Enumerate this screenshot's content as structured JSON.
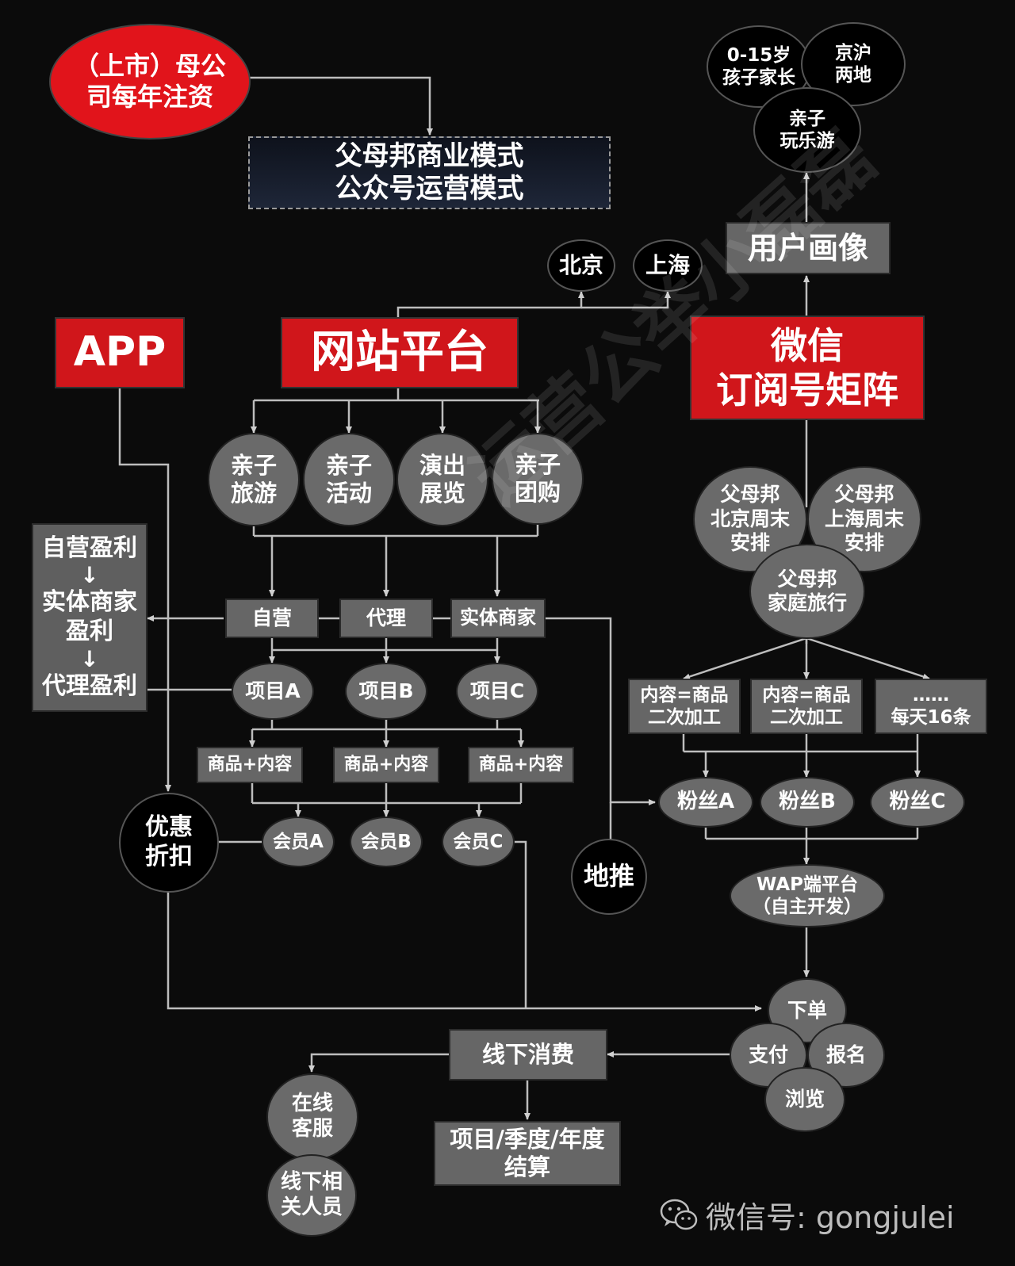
{
  "colors": {
    "background": "#0b0b0b",
    "red": "#d0161b",
    "gray": "#666666",
    "line": "#bbbbbb"
  },
  "parent_company": [
    "（上市）母公",
    "司每年注资"
  ],
  "business_model": [
    "父母邦商业模式",
    "公众号运营模式"
  ],
  "user_profile": {
    "title": "用户画像",
    "circles": [
      [
        "0-15岁",
        "孩子家长"
      ],
      [
        "京沪",
        "两地"
      ],
      [
        "亲子",
        "玩乐游"
      ]
    ]
  },
  "cities": [
    "北京",
    "上海"
  ],
  "app": "APP",
  "website": "网站平台",
  "wechat": [
    "微信",
    "订阅号矩阵"
  ],
  "categories": [
    [
      "亲子",
      "旅游"
    ],
    [
      "亲子",
      "活动"
    ],
    [
      "演出",
      "展览"
    ],
    [
      "亲子",
      "团购"
    ]
  ],
  "profit": {
    "top": "自营盈利",
    "middle": [
      "实体商家",
      "盈利"
    ],
    "bottom": "代理盈利",
    "arrow": "↓"
  },
  "channels": [
    "自营",
    "代理",
    "实体商家"
  ],
  "projects": [
    "项目A",
    "项目B",
    "项目C"
  ],
  "goods": [
    "商品+内容",
    "商品+内容",
    "商品+内容"
  ],
  "members": [
    "会员A",
    "会员B",
    "会员C"
  ],
  "discount": [
    "优惠",
    "折扣"
  ],
  "ground": "地推",
  "wechat_accounts": [
    [
      "父母邦",
      "北京周末",
      "安排"
    ],
    [
      "父母邦",
      "上海周末",
      "安排"
    ],
    [
      "父母邦",
      "家庭旅行"
    ]
  ],
  "content": [
    [
      "内容=商品",
      "二次加工"
    ],
    [
      "内容=商品",
      "二次加工"
    ],
    [
      "……",
      "每天16条"
    ]
  ],
  "fans": [
    "粉丝A",
    "粉丝B",
    "粉丝C"
  ],
  "wap": [
    "WAP端平台",
    "（自主开发）"
  ],
  "actions": {
    "order": "下单",
    "pay": "支付",
    "signup": "报名",
    "browse": "浏览"
  },
  "offline": "线下消费",
  "settlement": [
    "项目/季度/年度",
    "结算"
  ],
  "service": [
    [
      "在线",
      "客服"
    ],
    [
      "线下相",
      "关人员"
    ]
  ],
  "watermark": "运营公举小磊磊",
  "footer": "微信号: gongjulei",
  "icons": {
    "footer_logo": "wechat-icon"
  }
}
